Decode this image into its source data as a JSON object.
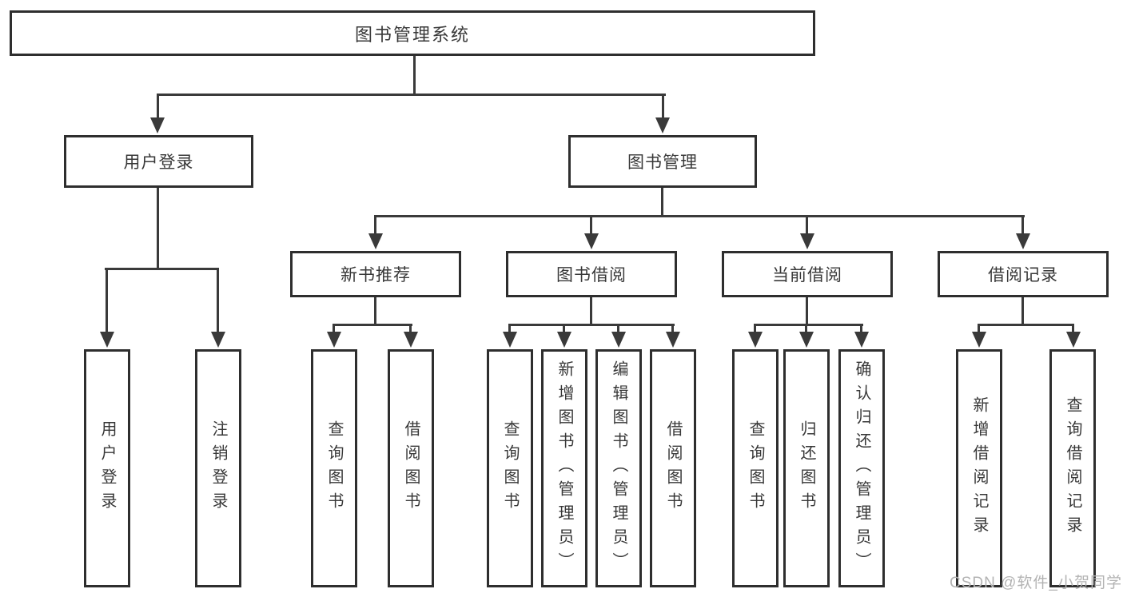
{
  "tree": {
    "label": "图书管理系统",
    "children": [
      {
        "label": "用户登录",
        "children": [
          {
            "label": "用户登录"
          },
          {
            "label": "注销登录"
          }
        ]
      },
      {
        "label": "图书管理",
        "children": [
          {
            "label": "新书推荐",
            "children": [
              {
                "label": "查询图书"
              },
              {
                "label": "借阅图书"
              }
            ]
          },
          {
            "label": "图书借阅",
            "children": [
              {
                "label": "查询图书"
              },
              {
                "label": "新增图书（管理员）"
              },
              {
                "label": "编辑图书（管理员）"
              },
              {
                "label": "借阅图书"
              }
            ]
          },
          {
            "label": "当前借阅",
            "children": [
              {
                "label": "查询图书"
              },
              {
                "label": "归还图书"
              },
              {
                "label": "确认归还（管理员）"
              }
            ]
          },
          {
            "label": "借阅记录",
            "children": [
              {
                "label": "新增借阅记录"
              },
              {
                "label": "查询借阅记录"
              }
            ]
          }
        ]
      }
    ]
  },
  "watermark": {
    "text": "CSDN @软件_小贺同学"
  },
  "colors": {
    "line": "#3a3a3a",
    "box_border": "#2e2e2e",
    "text": "#383838",
    "watermark": "#b3b3b3",
    "background": "#ffffff"
  }
}
